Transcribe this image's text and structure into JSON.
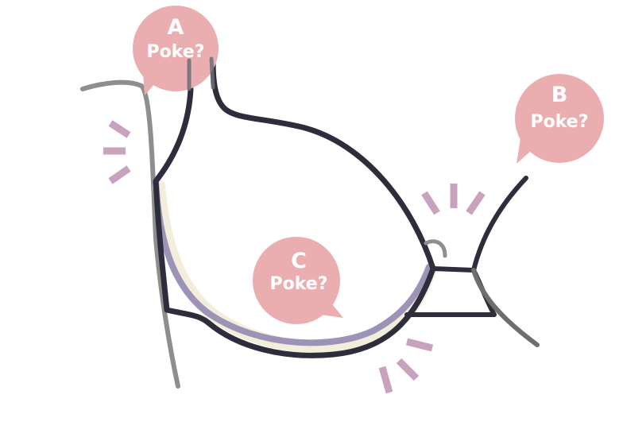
{
  "colors": {
    "bubble": "#ebaeb0",
    "outline": "#2e2d3c",
    "body_line": "#8e8e8e",
    "wire": "#9c93b7",
    "wire_cream": "#f3eedc",
    "poke_marks": "#c9a3bd",
    "bubble_text": "#ffffff",
    "background": "#ffffff"
  },
  "bubbles": [
    {
      "id": "A",
      "letter": "A",
      "text": "Poke?"
    },
    {
      "id": "B",
      "letter": "B",
      "text": "Poke?"
    },
    {
      "id": "C",
      "letter": "C",
      "text": "Poke?"
    }
  ]
}
